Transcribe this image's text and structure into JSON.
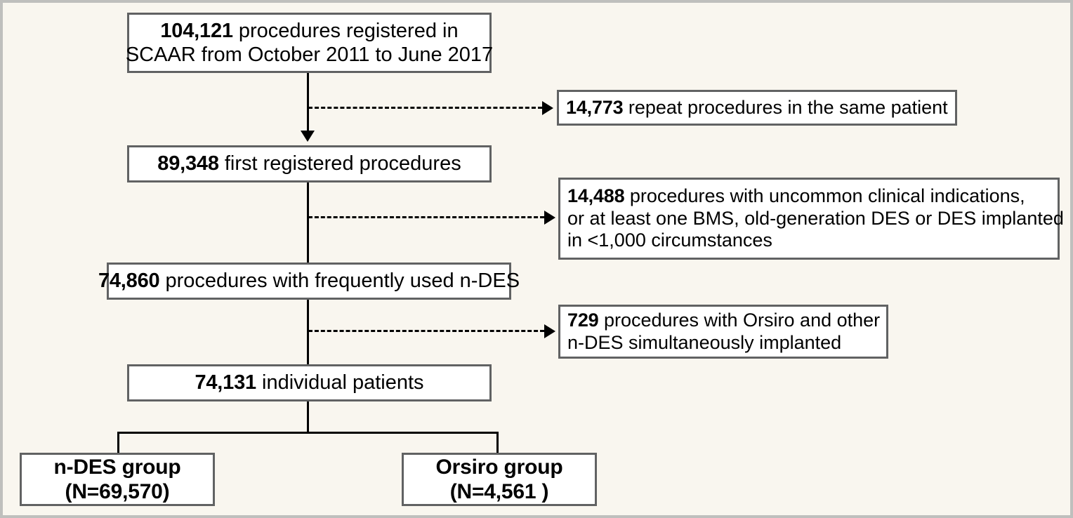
{
  "figure": {
    "type": "flowchart",
    "title": "Patient selection flow diagram",
    "background_color": "#f9f6ef",
    "box_border_color": "#616263",
    "box_fill_color": "#ffffff",
    "connector_color": "#000000"
  },
  "nodes": {
    "registered": {
      "line1_number": "104,121",
      "line1_text": " procedures registered in",
      "line2_text": "SCAAR from October 2011 to June 2017"
    },
    "first_registered": {
      "number": "89,348",
      "text": " first registered procedures"
    },
    "frequently_used": {
      "number": "74,860",
      "text": " procedures with frequently used n-DES"
    },
    "individual_patients": {
      "number": "74,131",
      "text": " individual patients"
    },
    "ndes_group": {
      "line1": "n-DES group",
      "line2": "(N=69,570)"
    },
    "orsiro_group": {
      "line1": "Orsiro group",
      "line2": "(N=4,561 )"
    }
  },
  "exclusions": {
    "repeat_procedures": {
      "number": "14,773",
      "text": " repeat procedures in the same patient"
    },
    "uncommon_indications": {
      "number": "14,488",
      "line1_text": " procedures with uncommon clinical indications,",
      "line2_text": "or at least one BMS, old-generation DES or DES implanted",
      "line3_text": "in <1,000 circumstances"
    },
    "orsiro_simultaneous": {
      "number": "729",
      "line1_text": " procedures with Orsiro and other",
      "line2_text": "n-DES simultaneously implanted"
    }
  },
  "chart_data": {
    "type": "flow",
    "title": "Study population selection flowchart",
    "steps": [
      {
        "id": "registered",
        "count": 104121,
        "label": "procedures registered in SCAAR from October 2011 to June 2017"
      },
      {
        "id": "first_registered",
        "count": 89348,
        "label": "first registered procedures"
      },
      {
        "id": "frequently_used",
        "count": 74860,
        "label": "procedures with frequently used n-DES"
      },
      {
        "id": "individual_patients",
        "count": 74131,
        "label": "individual patients"
      }
    ],
    "excluded": [
      {
        "after": "registered",
        "count": 14773,
        "label": "repeat procedures in the same patient"
      },
      {
        "after": "first_registered",
        "count": 14488,
        "label": "procedures with uncommon clinical indications, or at least one BMS, old-generation DES or DES implanted in <1,000 circumstances"
      },
      {
        "after": "frequently_used",
        "count": 729,
        "label": "procedures with Orsiro and other n-DES simultaneously implanted"
      }
    ],
    "groups": [
      {
        "name": "n-DES group",
        "n": 69570
      },
      {
        "name": "Orsiro group",
        "n": 4561
      }
    ]
  }
}
